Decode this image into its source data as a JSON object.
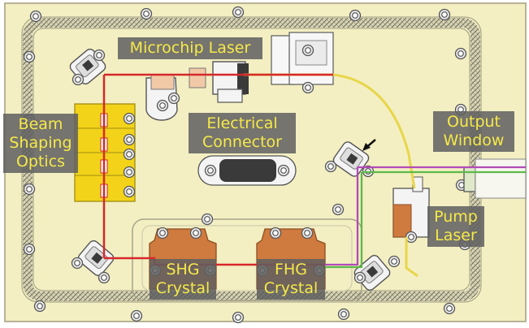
{
  "diagram": {
    "labels": {
      "microchip_laser": "Microchip Laser",
      "beam_shaping_optics": [
        "Beam",
        "Shaping",
        "Optics"
      ],
      "electrical_connector": [
        "Electrical",
        "Connector"
      ],
      "output_window": [
        "Output",
        "Window"
      ],
      "pump_laser": [
        "Pump",
        "Laser"
      ],
      "shg_crystal": [
        "SHG",
        "Crystal"
      ],
      "fhg_crystal": [
        "FHG",
        "Crystal"
      ]
    },
    "colors": {
      "baseplate": "#f3efc2",
      "baseplate_edge": "#b8b394",
      "knurl_border": "#8c8a7a",
      "yellow_optic": "#f2d31a",
      "copper_mount": "#cf7a3f",
      "red_beam": "#d6282c",
      "green_beam": "#5db94a",
      "magenta_beam": "#b24bb8",
      "fiber": "#e8d64a",
      "label_bg": "#606060",
      "label_text": "#f6e94a"
    },
    "icons": [
      "screw-icon",
      "mirror-mount-icon",
      "arrow-icon"
    ]
  }
}
